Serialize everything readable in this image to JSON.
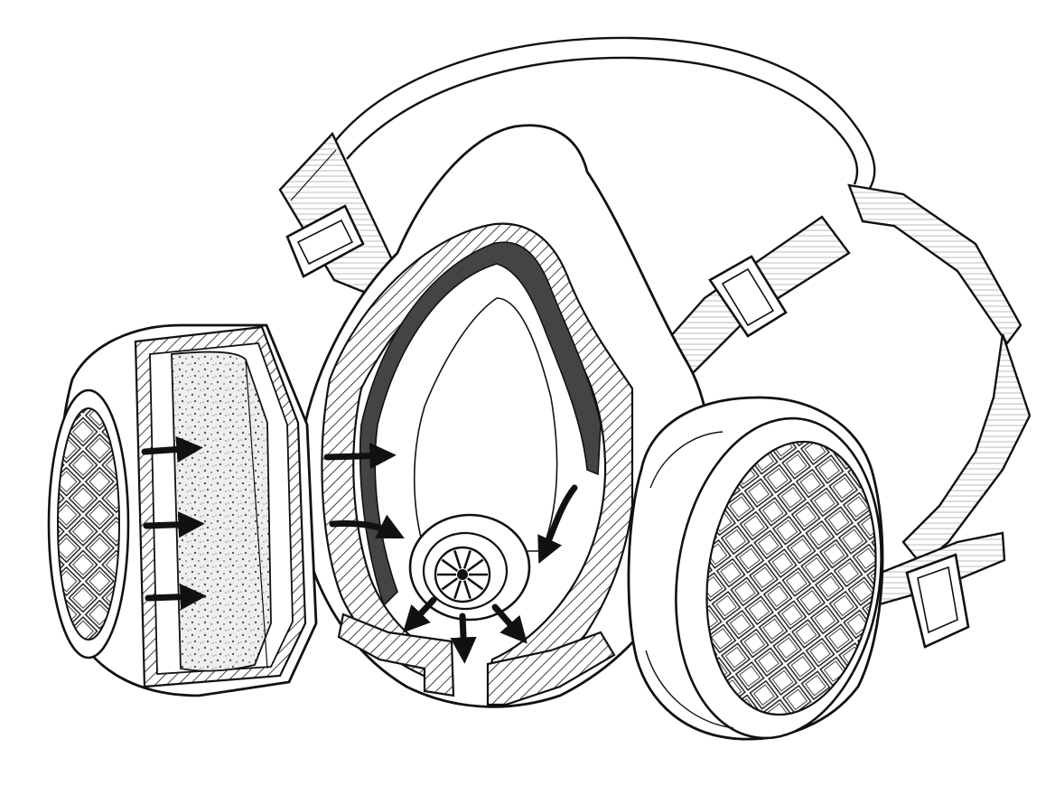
{
  "illustration": {
    "subject": "half-face-respirator-cutaway",
    "style": "black-ink-line-art",
    "colors": {
      "ink": "#111111",
      "paper": "#ffffff",
      "shade": "#d9d9d9",
      "foam": "#bdbdbd",
      "seal": "#444444"
    },
    "airflow": {
      "intake_arrows": 5,
      "exhale_arrows": 4
    },
    "icons": [
      "respirator-mask",
      "filter-cartridge",
      "head-strap",
      "strap-buckle",
      "exhalation-valve",
      "airflow-arrow"
    ]
  }
}
